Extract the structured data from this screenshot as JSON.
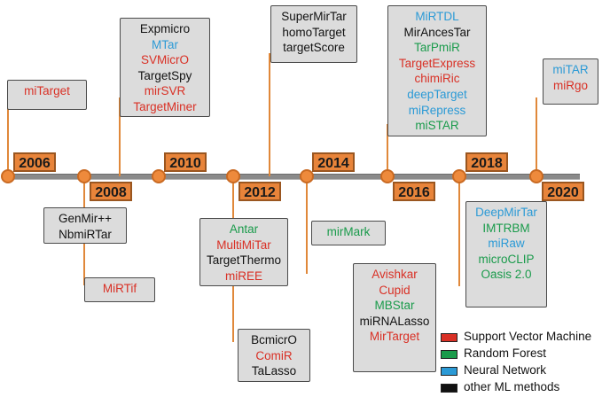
{
  "colors": {
    "svm": "#d93025",
    "rf": "#1a9b4b",
    "nn": "#2b9ad6",
    "other": "#111111",
    "axis": "#8a8a8a",
    "marker": "#ee8a3c"
  },
  "years": [
    "2006",
    "2008",
    "2010",
    "2012",
    "2014",
    "2016",
    "2018",
    "2020"
  ],
  "boxes": [
    {
      "id": "2006",
      "tools": [
        {
          "name": "miTarget",
          "method": "svm"
        }
      ]
    },
    {
      "id": "2008a",
      "tools": [
        {
          "name": "GenMir++",
          "method": "other"
        },
        {
          "name": "NbmiRTar",
          "method": "other"
        }
      ]
    },
    {
      "id": "2008b",
      "tools": [
        {
          "name": "MiRTif",
          "method": "svm"
        }
      ]
    },
    {
      "id": "2010",
      "tools": [
        {
          "name": "Expmicro",
          "method": "other"
        },
        {
          "name": "MTar",
          "method": "nn"
        },
        {
          "name": "SVMicrO",
          "method": "svm"
        },
        {
          "name": "TargetSpy",
          "method": "other"
        },
        {
          "name": "mirSVR",
          "method": "svm"
        },
        {
          "name": "TargetMiner",
          "method": "svm"
        }
      ]
    },
    {
      "id": "2012a",
      "tools": [
        {
          "name": "Antar",
          "method": "rf"
        },
        {
          "name": "MultiMiTar",
          "method": "svm"
        },
        {
          "name": "TargetThermo",
          "method": "other"
        },
        {
          "name": "miREE",
          "method": "svm"
        }
      ]
    },
    {
      "id": "2012b",
      "tools": [
        {
          "name": "BcmicrO",
          "method": "other"
        },
        {
          "name": "ComiR",
          "method": "svm"
        },
        {
          "name": "TaLasso",
          "method": "other"
        }
      ]
    },
    {
      "id": "2013",
      "tools": [
        {
          "name": "SuperMirTar",
          "method": "other"
        },
        {
          "name": "homoTarget",
          "method": "other"
        },
        {
          "name": "targetScore",
          "method": "other"
        }
      ]
    },
    {
      "id": "2014a",
      "tools": [
        {
          "name": "mirMark",
          "method": "rf"
        }
      ]
    },
    {
      "id": "2014b",
      "tools": [
        {
          "name": "Avishkar",
          "method": "svm"
        },
        {
          "name": "Cupid",
          "method": "svm"
        },
        {
          "name": "MBStar",
          "method": "rf"
        },
        {
          "name": "miRNALasso",
          "method": "other"
        },
        {
          "name": "MirTarget",
          "method": "svm"
        }
      ]
    },
    {
      "id": "2016",
      "tools": [
        {
          "name": "MiRTDL",
          "method": "nn"
        },
        {
          "name": "MirAncesTar",
          "method": "other"
        },
        {
          "name": "TarPmiR",
          "method": "rf"
        },
        {
          "name": "TargetExpress",
          "method": "svm"
        },
        {
          "name": "chimiRic",
          "method": "svm"
        },
        {
          "name": "deepTarget",
          "method": "nn"
        },
        {
          "name": "miRepress",
          "method": "nn"
        },
        {
          "name": "miSTAR",
          "method": "rf"
        }
      ]
    },
    {
      "id": "2018",
      "tools": [
        {
          "name": "DeepMirTar",
          "method": "nn"
        },
        {
          "name": "IMTRBM",
          "method": "rf"
        },
        {
          "name": "miRaw",
          "method": "nn"
        },
        {
          "name": "microCLIP",
          "method": "rf"
        },
        {
          "name": "Oasis 2.0",
          "method": "rf"
        }
      ]
    },
    {
      "id": "2020",
      "tools": [
        {
          "name": "miTAR",
          "method": "nn"
        },
        {
          "name": "miRgo",
          "method": "svm"
        }
      ]
    }
  ],
  "legend": [
    {
      "label": "Support Vector Machine",
      "method": "svm"
    },
    {
      "label": "Random Forest",
      "method": "rf"
    },
    {
      "label": "Neural Network",
      "method": "nn"
    },
    {
      "label": "other ML methods",
      "method": "other"
    }
  ]
}
